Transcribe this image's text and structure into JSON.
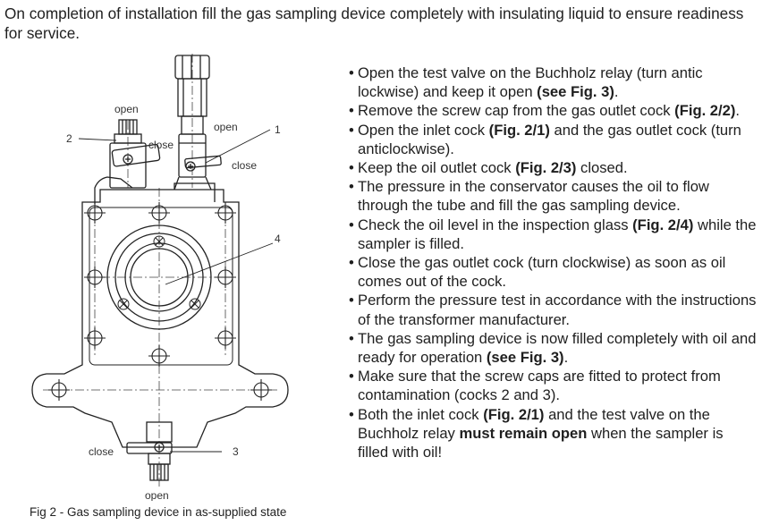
{
  "intro_text": "On completion of installation fill the gas sampling device completely with insulating liquid to ensure readiness for service.",
  "figure": {
    "labels": {
      "open_top_left": "open",
      "close_top_left": "close",
      "open_top_right": "open",
      "close_right": "close",
      "close_bottom": "close",
      "open_bottom": "open"
    },
    "callouts": {
      "n1": "1",
      "n2": "2",
      "n3": "3",
      "n4": "4"
    },
    "caption": "Fig 2 - Gas sampling device in as-supplied state"
  },
  "steps": [
    [
      {
        "t": "Open the test valve on the Buchholz relay (turn antic lockwise) and keep it open "
      },
      {
        "t": "(see Fig. 3)",
        "b": true
      },
      {
        "t": "."
      }
    ],
    [
      {
        "t": "Remove the screw cap from the gas outlet cock "
      },
      {
        "t": "(Fig. 2/2)",
        "b": true
      },
      {
        "t": "."
      }
    ],
    [
      {
        "t": "Open the inlet cock "
      },
      {
        "t": "(Fig. 2/1)",
        "b": true
      },
      {
        "t": " and the gas outlet cock (turn anticlockwise)."
      }
    ],
    [
      {
        "t": "Keep the oil outlet cock "
      },
      {
        "t": "(Fig. 2/3)",
        "b": true
      },
      {
        "t": " closed."
      }
    ],
    [
      {
        "t": "The pressure in the conservator causes the oil to flow through the tube and fill the gas sampling device."
      }
    ],
    [
      {
        "t": "Check the oil level in the inspection glass "
      },
      {
        "t": "(Fig. 2/4)",
        "b": true
      },
      {
        "t": " while the sampler is filled."
      }
    ],
    [
      {
        "t": "Close the gas outlet cock (turn clockwise) as soon as oil comes out of the cock."
      }
    ],
    [
      {
        "t": "Perform the pressure test in accordance with the instructions of the transformer manufacturer."
      }
    ],
    [
      {
        "t": "The gas sampling device is now filled completely with oil and ready for operation "
      },
      {
        "t": "(see Fig. 3)",
        "b": true
      },
      {
        "t": "."
      }
    ],
    [
      {
        "t": "Make sure that the screw caps are fitted to protect from contamination (cocks 2 and 3)."
      }
    ],
    [
      {
        "t": "Both the inlet cock "
      },
      {
        "t": "(Fig. 2/1)",
        "b": true
      },
      {
        "t": " and the test valve on the Buchholz relay "
      },
      {
        "t": "must remain open",
        "b": true
      },
      {
        "t": " when the sampler is filled with oil!"
      }
    ]
  ]
}
